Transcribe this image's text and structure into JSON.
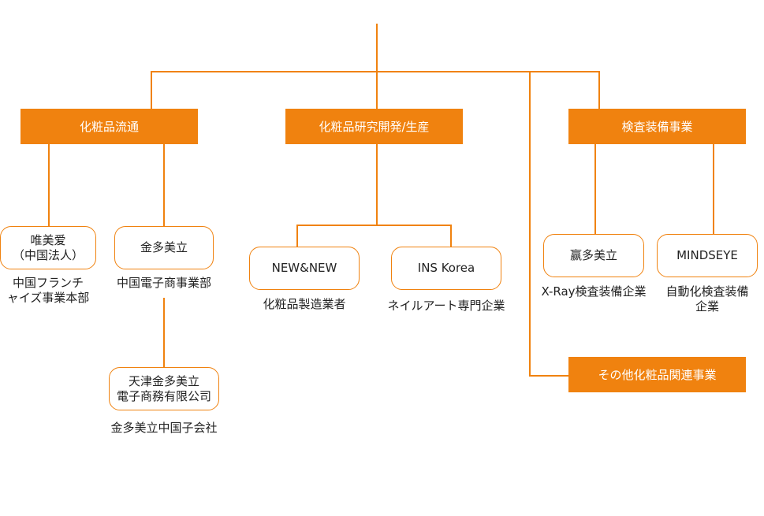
{
  "accent_color": "#F0820F",
  "divisions": {
    "cosmetics_distribution": "化粧品流通",
    "cosmetics_rnd": "化粧品研究開発/生産",
    "inspection_equipment": "検査装備事業",
    "other_cosmetics": "その他化粧品関連事業"
  },
  "companies": {
    "weimeiai": {
      "name_line1": "唯美爱",
      "name_line2": "（中国法人）",
      "desc_line1": "中国フランチ",
      "desc_line2": "ャイズ事業本部"
    },
    "jinduomeili": {
      "name": "金多美立",
      "desc": "中国電子商事業部"
    },
    "tianjin": {
      "name_line1": "天津金多美立",
      "name_line2": "電子商務有限公司",
      "desc": "金多美立中国子会社"
    },
    "newnew": {
      "name": "NEW&NEW",
      "desc": "化粧品製造業者"
    },
    "ins_korea": {
      "name": "INS Korea",
      "desc": "ネイルアート専門企業"
    },
    "yingduomeili": {
      "name": "赢多美立",
      "desc": "X-Ray検査装備企業"
    },
    "mindseye": {
      "name": "MINDSEYE",
      "desc_line1": "自動化検査装備",
      "desc_line2": "企業"
    }
  }
}
